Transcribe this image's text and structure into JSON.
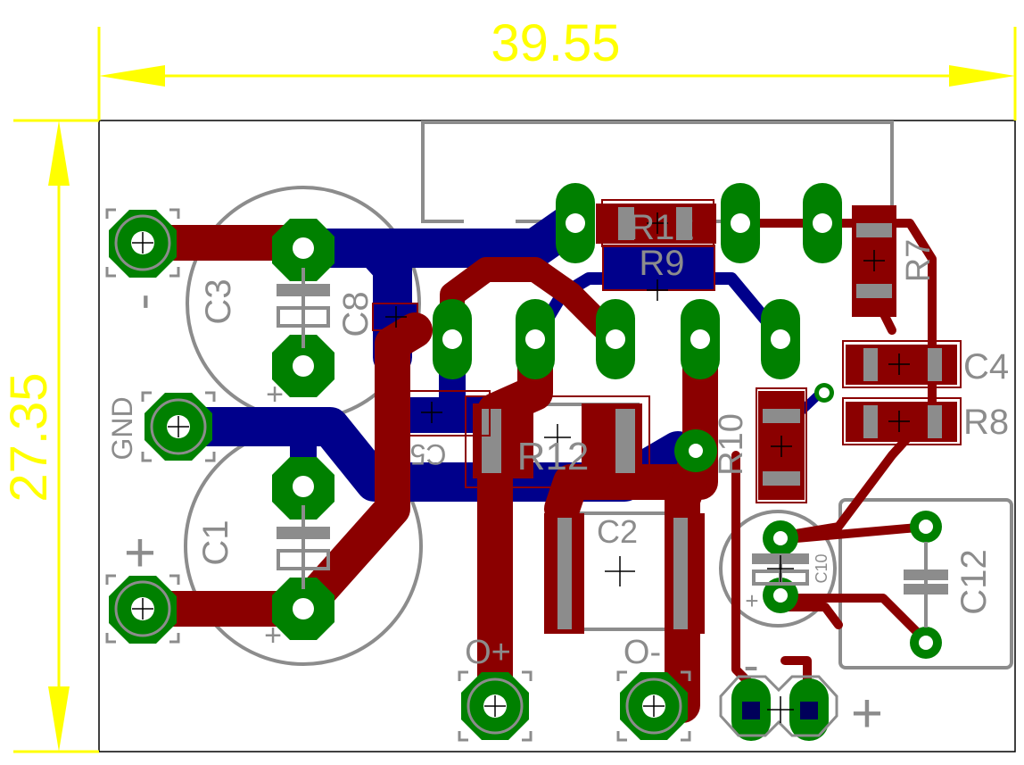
{
  "dimensions": {
    "width_label": "39.55",
    "height_label": "27.35"
  },
  "labels": {
    "c3": "C3",
    "c8": "C8",
    "c1": "C1",
    "c5": "C5",
    "r12": "R12",
    "r9": "R9",
    "r12_top": "R12",
    "r7": "R7",
    "c4": "C4",
    "r8": "R8",
    "r10": "R10",
    "c2": "C2",
    "c10": "C10",
    "c12": "C12",
    "gnd": "GND",
    "o_plus": "O+",
    "o_minus": "O-",
    "minus_top": "-",
    "plus_left": "+",
    "minus_bottom": "-",
    "plus_bottom": "+",
    "pol_c3": "+",
    "pol_c1": "+",
    "pol_c10": "+"
  },
  "colors": {
    "dimension": "#ffff00",
    "top_copper": "#8b0000",
    "bottom_copper": "#00008b",
    "pad": "#008000",
    "silkscreen": "#8c8c8c",
    "board_outline": "#000000"
  }
}
